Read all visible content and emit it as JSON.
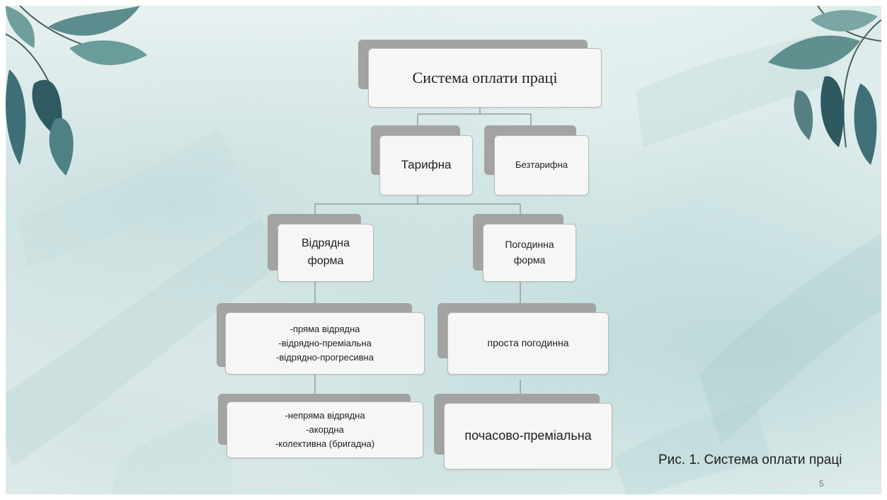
{
  "diagram": {
    "root": "Система оплати праці",
    "level1": [
      "Тарифна",
      "Безтарифна"
    ],
    "level2": {
      "left": [
        "Відрядна",
        "форма"
      ],
      "right": [
        "Погодинна",
        "форма"
      ]
    },
    "piecework_list_1": [
      "-пряма відрядна",
      "-відрядно-преміальна",
      "-відрядно-прогресивна"
    ],
    "piecework_list_2": [
      "-непряма відрядна",
      "-акордна",
      "-колективна (бригадна)"
    ],
    "time_list_1": "проста погодинна",
    "time_list_2": "почасово-преміальна"
  },
  "caption": "Рис. 1. Система оплати праці",
  "page_number": "5",
  "colors": {
    "box_fill": "#f6f6f6",
    "box_shadow": "#a3a3a3",
    "leaf": "#3f6e74"
  }
}
